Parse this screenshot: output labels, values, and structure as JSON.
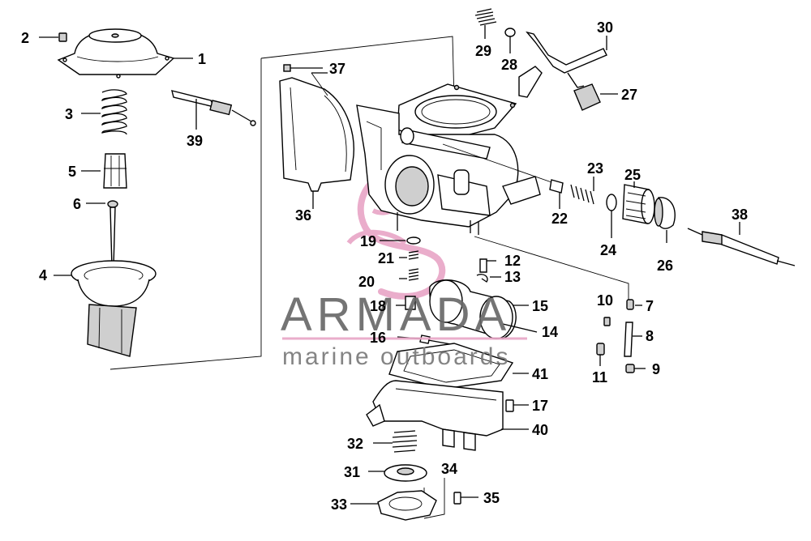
{
  "watermark": {
    "brand": "ARMADA",
    "tagline": "marine outboards",
    "accent_color": "#e8a5c6",
    "text_color": "#666666"
  },
  "callouts": {
    "c1": "1",
    "c2": "2",
    "c3": "3",
    "c4": "4",
    "c5": "5",
    "c6": "6",
    "c7": "7",
    "c8": "8",
    "c9": "9",
    "c10": "10",
    "c11": "11",
    "c12": "12",
    "c13": "13",
    "c14": "14",
    "c15": "15",
    "c16": "16",
    "c17": "17",
    "c18": "18",
    "c19": "19",
    "c20": "20",
    "c21": "21",
    "c22": "22",
    "c23": "23",
    "c24": "24",
    "c25": "25",
    "c26": "26",
    "c27": "27",
    "c28": "28",
    "c29": "29",
    "c30": "30",
    "c31": "31",
    "c32": "32",
    "c33": "33",
    "c34": "34",
    "c35": "35",
    "c36": "36",
    "c37": "37",
    "c38": "38",
    "c39": "39",
    "c40": "40",
    "c41": "41"
  }
}
